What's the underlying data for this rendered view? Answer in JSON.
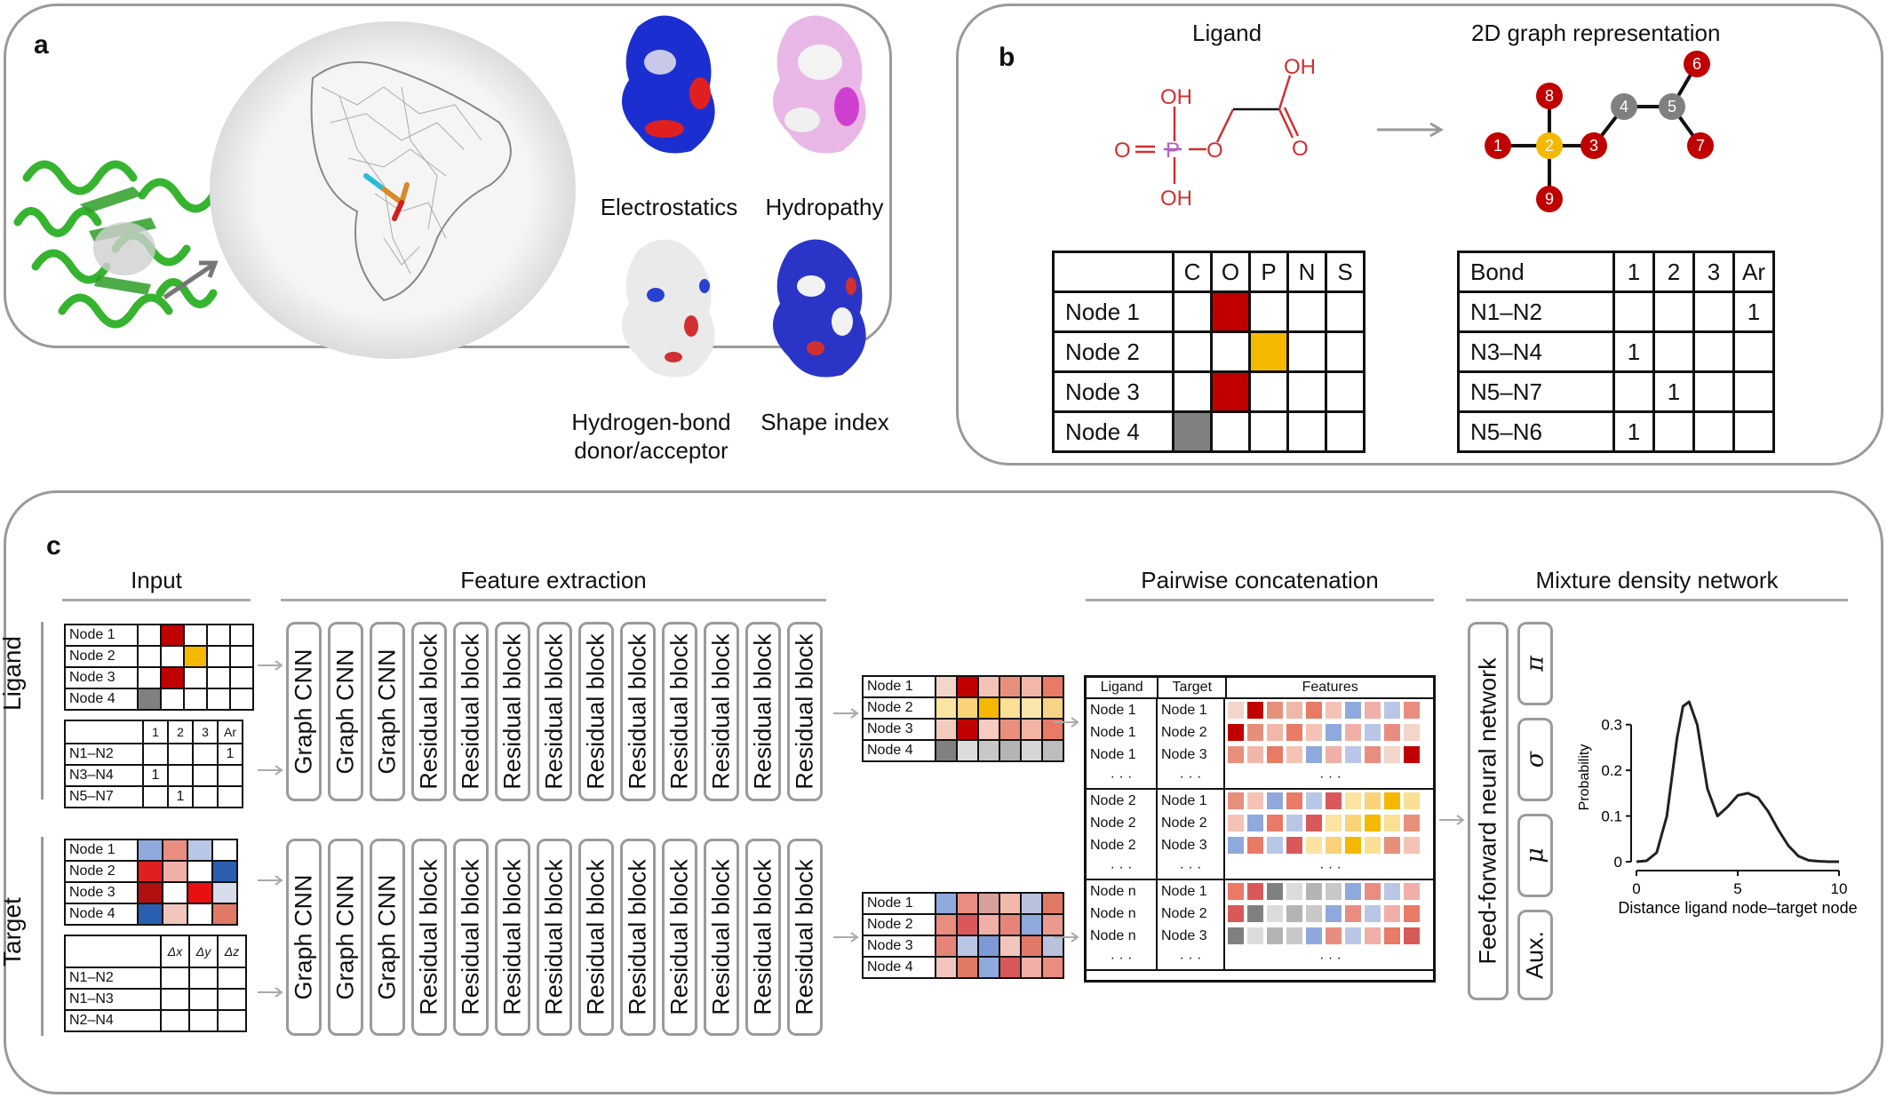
{
  "panel_a": {
    "label": "a",
    "surface_labels": {
      "electrostatics": "Electrostatics",
      "hydropathy": "Hydropathy",
      "hbond_line1": "Hydrogen-bond",
      "hbond_line2": "donor/acceptor",
      "shape_index": "Shape index"
    }
  },
  "panel_b": {
    "label": "b",
    "ligand_title": "Ligand",
    "graph_title": "2D graph representation",
    "molecule_atoms": {
      "oh_top": "OH",
      "o_double_left": "O",
      "p": "P",
      "o_bridge": "O",
      "oh_bottom": "OH",
      "oh_acid": "OH",
      "o_acid": "O"
    },
    "graph_nodes": [
      "1",
      "2",
      "3",
      "4",
      "5",
      "6",
      "7",
      "8",
      "9"
    ],
    "node_table": {
      "columns": [
        "C",
        "O",
        "P",
        "N",
        "S"
      ],
      "rows": [
        {
          "label": "Node 1",
          "filled": [
            1
          ],
          "color": "#c00000"
        },
        {
          "label": "Node 2",
          "filled": [
            2
          ],
          "color": "#f5b800"
        },
        {
          "label": "Node 3",
          "filled": [
            1
          ],
          "color": "#c00000"
        },
        {
          "label": "Node 4",
          "filled": [
            0
          ],
          "color": "#808080"
        }
      ]
    },
    "bond_table": {
      "header": "Bond",
      "columns": [
        "1",
        "2",
        "3",
        "Ar"
      ],
      "rows": [
        {
          "label": "N1–N2",
          "values": [
            "",
            "",
            "",
            "1"
          ]
        },
        {
          "label": "N3–N4",
          "values": [
            "1",
            "",
            "",
            ""
          ]
        },
        {
          "label": "N5–N7",
          "values": [
            "",
            "1",
            "",
            ""
          ]
        },
        {
          "label": "N5–N6",
          "values": [
            "1",
            "",
            "",
            ""
          ]
        }
      ]
    }
  },
  "panel_c": {
    "label": "c",
    "section_titles": {
      "input": "Input",
      "feature": "Feature extraction",
      "pairwise": "Pairwise concatenation",
      "mdn": "Mixture density network"
    },
    "side_labels": {
      "ligand": "Ligand",
      "target": "Target"
    },
    "ligand_nodes": [
      "Node 1",
      "Node 2",
      "Node 3",
      "Node 4"
    ],
    "ligand_bonds": {
      "columns": [
        "1",
        "2",
        "3",
        "Ar"
      ],
      "rows": [
        {
          "label": "N1–N2",
          "values": [
            "",
            "",
            "",
            "1"
          ]
        },
        {
          "label": "N3–N4",
          "values": [
            "1",
            "",
            "",
            ""
          ]
        },
        {
          "label": "N5–N7",
          "values": [
            "",
            "1",
            "",
            ""
          ]
        }
      ]
    },
    "target_nodes": [
      "Node 1",
      "Node 2",
      "Node 3",
      "Node 4"
    ],
    "target_bonds": {
      "columns": [
        "Δx",
        "Δy",
        "Δz"
      ],
      "rows": [
        {
          "label": "N1–N2"
        },
        {
          "label": "N1–N3"
        },
        {
          "label": "N2–N4"
        }
      ]
    },
    "feature_blocks": [
      "Graph CNN",
      "Graph CNN",
      "Graph CNN",
      "Residual block",
      "Residual block",
      "Residual block",
      "Residual block",
      "Residual block",
      "Residual block",
      "Residual block",
      "Residual block",
      "Residual block",
      "Residual block"
    ],
    "ligand_embed_rows": [
      "Node 1",
      "Node 2",
      "Node 3",
      "Node 4"
    ],
    "target_embed_rows": [
      "Node 1",
      "Node 2",
      "Node 3",
      "Node 4"
    ],
    "pair_table": {
      "headers": [
        "Ligand",
        "Target",
        "Features"
      ],
      "rows": [
        [
          "Node 1",
          "Node 1"
        ],
        [
          "Node 1",
          "Node 2"
        ],
        [
          "Node 1",
          "Node 3"
        ],
        [
          "· · ·",
          "· · ·"
        ],
        [
          "Node 2",
          "Node 1"
        ],
        [
          "Node 2",
          "Node 2"
        ],
        [
          "Node 2",
          "Node 3"
        ],
        [
          "· · ·",
          "· · ·"
        ],
        [
          "Node  n",
          "Node 1"
        ],
        [
          "Node  n",
          "Node 2"
        ],
        [
          "Node  n",
          "Node 3"
        ],
        [
          "· · ·",
          "· · ·"
        ]
      ],
      "ellipsis": "· · ·"
    },
    "ffnn_label": "Feed-forward neural network",
    "mdn_outputs": [
      "π",
      "σ",
      "μ",
      "Aux."
    ]
  },
  "chart_data": {
    "type": "line",
    "xlabel": "Distance ligand node–target node",
    "ylabel": "Probability",
    "xlim": [
      0,
      10
    ],
    "ylim": [
      0,
      0.35
    ],
    "xticks": [
      "0",
      "5",
      "10"
    ],
    "yticks": [
      "0",
      "0.1",
      "0.2",
      "0.3"
    ],
    "series": [
      {
        "x": [
          0,
          0.5,
          1,
          1.5,
          2,
          2.3,
          2.6,
          3,
          3.5,
          4,
          4.5,
          5,
          5.5,
          6,
          6.5,
          7,
          7.5,
          8,
          8.5,
          9,
          9.5,
          10
        ],
        "y": [
          0,
          0.002,
          0.02,
          0.1,
          0.27,
          0.34,
          0.35,
          0.3,
          0.16,
          0.1,
          0.12,
          0.145,
          0.15,
          0.14,
          0.11,
          0.07,
          0.035,
          0.012,
          0.003,
          0.001,
          0,
          0
        ]
      }
    ]
  }
}
